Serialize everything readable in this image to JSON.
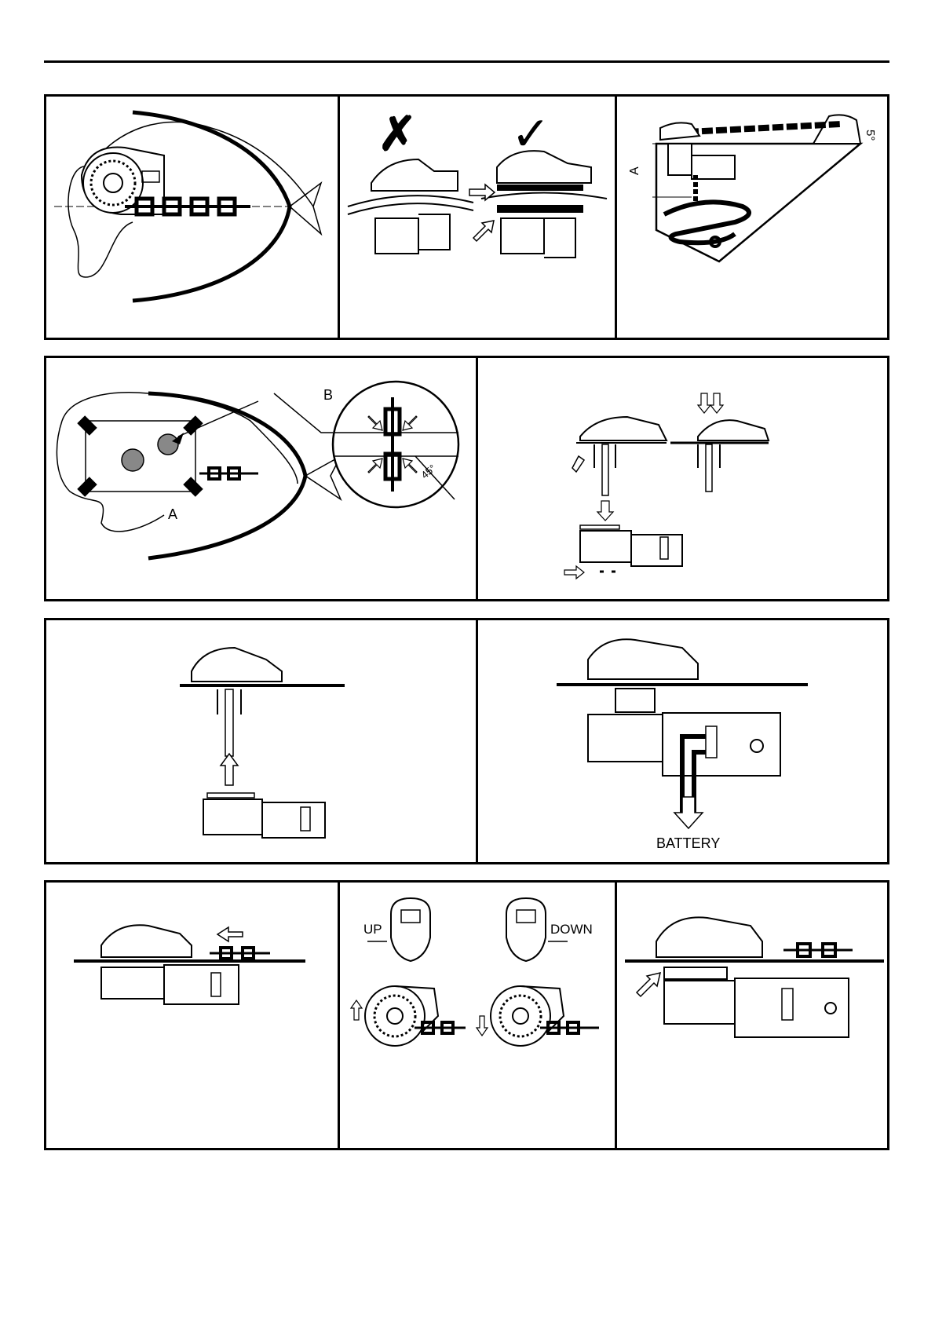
{
  "labels": {
    "panel3_dimension": "A",
    "panel3_angle": "5°",
    "panel4_dimension_a": "A",
    "panel4_detail_b": "B",
    "panel4_angle": "45°",
    "panel7_battery": "BATTERY",
    "panel10_up": "UP",
    "panel10_down": "DOWN"
  },
  "symbols": {
    "wrong": "✗",
    "right": "✓"
  },
  "icons": [
    "windlass-top-view",
    "chain",
    "bow-outline",
    "cross-mark",
    "check-mark",
    "arrow"
  ]
}
